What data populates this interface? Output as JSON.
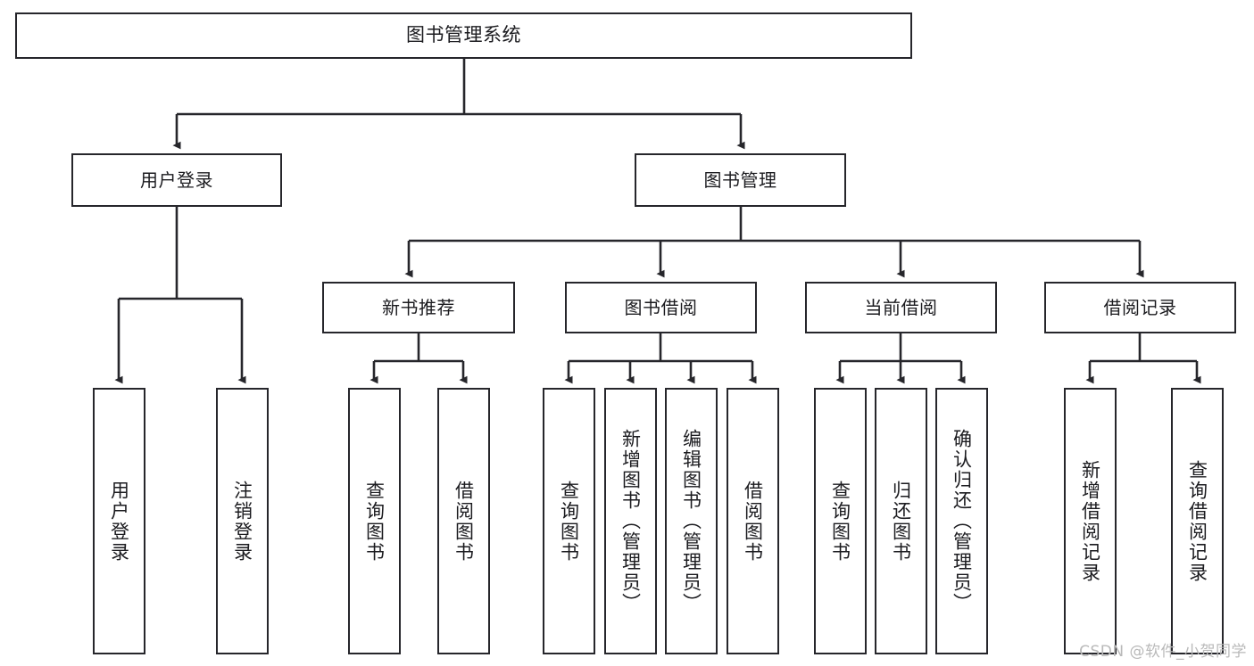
{
  "diagram": {
    "type": "hierarchy-tree",
    "title": "图书管理系统",
    "root": {
      "label": "图书管理系统"
    },
    "level2": [
      {
        "label": "用户登录"
      },
      {
        "label": "图书管理"
      }
    ],
    "level3": [
      {
        "label": "新书推荐"
      },
      {
        "label": "图书借阅"
      },
      {
        "label": "当前借阅"
      },
      {
        "label": "借阅记录"
      }
    ],
    "leaves": {
      "user_login": [
        {
          "label": "用户登录"
        },
        {
          "label": "注销登录"
        }
      ],
      "new_book_recommend": [
        {
          "label": "查询图书"
        },
        {
          "label": "借阅图书"
        }
      ],
      "book_borrow": [
        {
          "label": "查询图书"
        },
        {
          "label": "新增图书（管理员）"
        },
        {
          "label": "编辑图书（管理员）"
        },
        {
          "label": "借阅图书"
        }
      ],
      "current_borrow": [
        {
          "label": "查询图书"
        },
        {
          "label": "归还图书"
        },
        {
          "label": "确认归还（管理员）"
        }
      ],
      "borrow_record": [
        {
          "label": "新增借阅记录"
        },
        {
          "label": "查询借阅记录"
        }
      ]
    }
  },
  "watermark": {
    "text": "CSDN @软件_小贺同学"
  },
  "colors": {
    "stroke": "#26262b",
    "background": "#ffffff",
    "text": "#1b1b1f",
    "watermark": "#b9b9b9"
  }
}
